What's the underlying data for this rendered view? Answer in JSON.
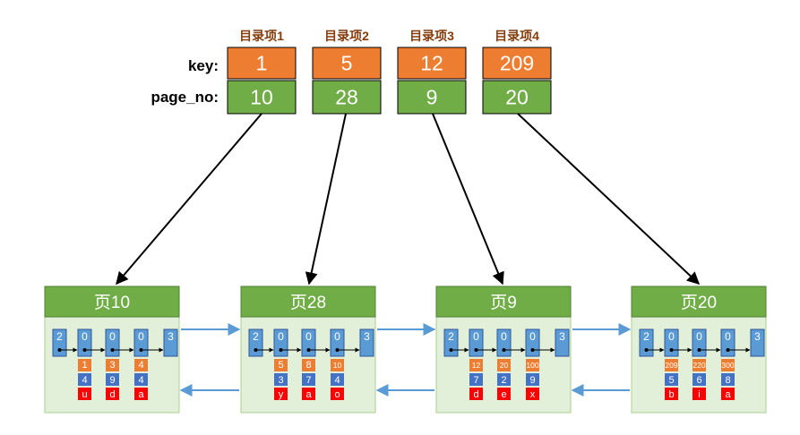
{
  "labels": {
    "key": "key:",
    "page_no": "page_no:"
  },
  "colors": {
    "key_fill": "#ED7D31",
    "page_fill": "#70AD47",
    "header_fill": "#70AD47",
    "box_fill": "#E2F0D9",
    "slot_fill": "#5B9BD5",
    "rec_key_fill": "#ED7D31",
    "rec_blue_fill": "#4472C4",
    "rec_red_fill": "#FF0000",
    "link_arrow": "#5B9BD5",
    "title_text": "#843C0C"
  },
  "entries": [
    {
      "title": "目录项1",
      "key": "1",
      "page_no": "10"
    },
    {
      "title": "目录项2",
      "key": "5",
      "page_no": "28"
    },
    {
      "title": "目录项3",
      "key": "12",
      "page_no": "9"
    },
    {
      "title": "目录项4",
      "key": "209",
      "page_no": "20"
    }
  ],
  "pages": [
    {
      "title": "页10",
      "slots": [
        "2",
        "0",
        "0",
        "0",
        "3"
      ],
      "records": [
        {
          "key": "1",
          "v": "4",
          "c": "u"
        },
        {
          "key": "3",
          "v": "9",
          "c": "d"
        },
        {
          "key": "4",
          "v": "4",
          "c": "a"
        }
      ]
    },
    {
      "title": "页28",
      "slots": [
        "2",
        "0",
        "0",
        "0",
        "3"
      ],
      "records": [
        {
          "key": "5",
          "v": "3",
          "c": "y"
        },
        {
          "key": "8",
          "v": "7",
          "c": "a"
        },
        {
          "key": "10",
          "v": "4",
          "c": "o"
        }
      ]
    },
    {
      "title": "页9",
      "slots": [
        "2",
        "0",
        "0",
        "0",
        "3"
      ],
      "records": [
        {
          "key": "12",
          "v": "7",
          "c": "d"
        },
        {
          "key": "20",
          "v": "2",
          "c": "e"
        },
        {
          "key": "100",
          "v": "9",
          "c": "x"
        }
      ]
    },
    {
      "title": "页20",
      "slots": [
        "2",
        "0",
        "0",
        "0",
        "3"
      ],
      "records": [
        {
          "key": "209",
          "v": "5",
          "c": "b"
        },
        {
          "key": "220",
          "v": "6",
          "c": "i"
        },
        {
          "key": "300",
          "v": "8",
          "c": "a"
        }
      ]
    }
  ]
}
